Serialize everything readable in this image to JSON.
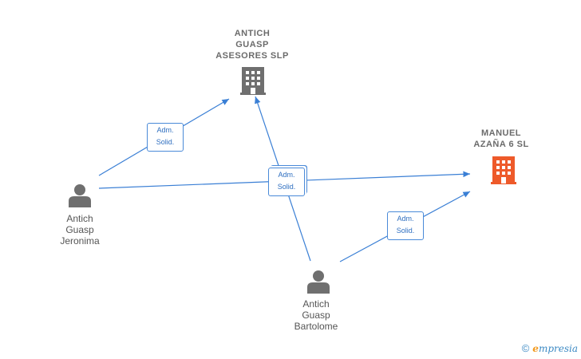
{
  "nodes": {
    "antich_guasp_asesores": {
      "lines": [
        "ANTICH",
        "GUASP",
        "ASESORES  SLP"
      ],
      "icon": "building-icon",
      "color": "#6f6f6f"
    },
    "manuel_azana": {
      "lines": [
        "MANUEL",
        "AZAÑA 6  SL"
      ],
      "icon": "building-icon",
      "color": "#ee5a2a"
    },
    "antich_guasp_jeronima": {
      "lines": [
        "Antich",
        "Guasp",
        "Jeronima"
      ],
      "icon": "person-icon",
      "color": "#6f6f6f"
    },
    "antich_guasp_bartolome": {
      "lines": [
        "Antich",
        "Guasp",
        "Bartolome"
      ],
      "icon": "person-icon",
      "color": "#6f6f6f"
    }
  },
  "edges": [
    {
      "from": "antich_guasp_jeronima",
      "to": "antich_guasp_asesores",
      "label": [
        "Adm.",
        "Solid."
      ]
    },
    {
      "from": "antich_guasp_jeronima",
      "to": "manuel_azana",
      "label": [
        "Adm.",
        "Solid."
      ]
    },
    {
      "from": "antich_guasp_bartolome",
      "to": "antich_guasp_asesores",
      "label": [
        "Adm.",
        "Solid."
      ]
    },
    {
      "from": "antich_guasp_bartolome",
      "to": "manuel_azana",
      "label": [
        "Adm.",
        "Solid."
      ]
    }
  ],
  "edge_color": "#3a7fd5",
  "footer": {
    "copyright": "©",
    "brand_initial": "e",
    "brand_rest": "mpresia"
  }
}
